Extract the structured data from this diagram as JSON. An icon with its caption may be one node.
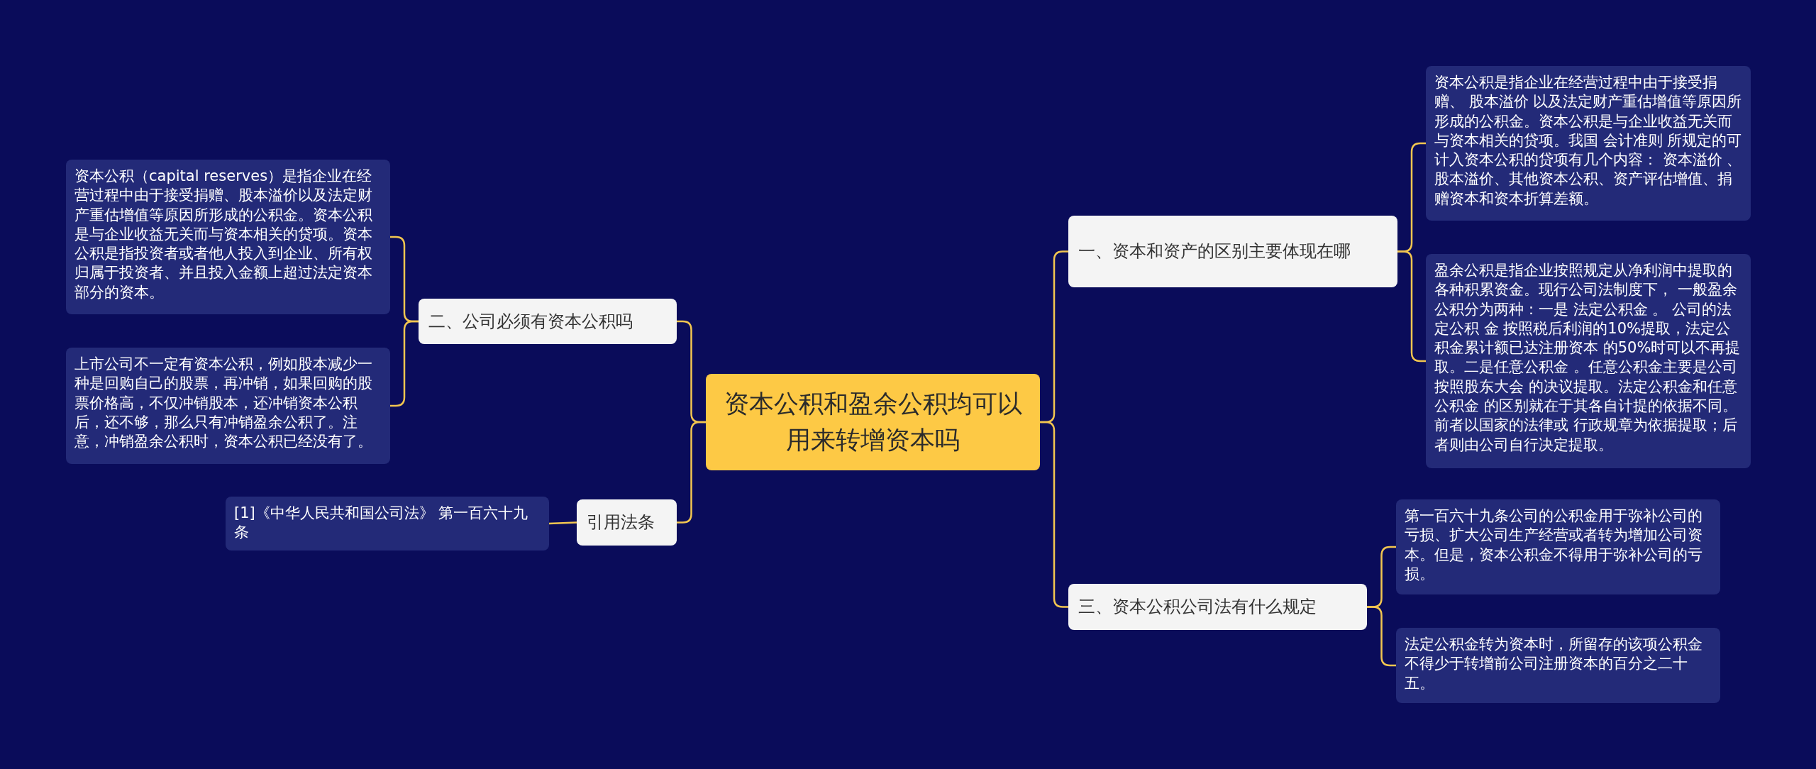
{
  "diagram": {
    "nodes": [
      {
        "text": [
          "资本公积和盈余公积均可以用来转增资本吗"
        ]
      },
      {
        "text": [
          "一、资本和资产的区别主要体现在哪"
        ]
      },
      {
        "text": [
          "资本公积是指企业在经营过程中由于接受捐赠、 股本溢价 以及法定财产重估增值等原因所形成的公积金。资本公积是与企业收益无关而与资本相关的贷项。我国 会计准则 所规定的可计入资本公积的贷项有几个内容： 资本溢价 、股本溢价、其他资本公积、资产评估增值、捐赠资本和资本折算差额。"
        ]
      },
      {
        "text": [
          "盈余公积是指企业按照规定从净利润中提取的各种积累资金。现行公司法制度下， 一般盈余公积分为两种：一是 法定公积金 。 公司的法定公积 金 按照税后利润的10%提取，法定公积金累计额已达注册资本 的50%时可以不再提取。二是任意公积金 。任意公积金主要是公司按照股东大会 的决议提取。法定公积金和任意公积金 的区别就在于其各自计提的依据不同。前者以国家的法律或 行政规章为依据提取；后者则由公司自行决定提取。"
        ]
      },
      {
        "text": [
          "三、资本公积公司法有什么规定"
        ]
      },
      {
        "text": [
          "第一百六十九条公司的公积金用于弥补公司的亏损、扩大公司生产经营或者转为增加公司资本。但是，资本公积金不得用于弥补公司的亏损。"
        ]
      },
      {
        "text": [
          "法定公积金转为资本时，所留存的该项公积金不得少于转增前公司注册资本的百分之二十五。"
        ]
      },
      {
        "text": [
          "二、公司必须有资本公积吗"
        ]
      },
      {
        "text": [
          "资本公积（capital reserves）是指企业在经营过程中由于接受捐赠、股本溢价以及法定财产重估增值等原因所形成的公积金。资本公积是与企业收益无关而与资本相关的贷项。资本公积是指投资者或者他人投入到企业、所有权归属于投资者、并且投入金额上超过法定资本部分的资本。"
        ]
      },
      {
        "text": [
          "上市公司不一定有资本公积，例如股本减少一种是回购自己的股票，再冲销，如果回购的股票价格高，不仅冲销股本，还冲销资本公积后，还不够，那么只有冲销盈余公积了。注意，冲销盈余公积时，资本公积已经没有了。"
        ]
      },
      {
        "text": [
          "引用法条"
        ]
      },
      {
        "text": [
          "[1]《中华人民共和国公司法》 第一百六十九条"
        ]
      }
    ],
    "edges": [
      {
        "from": 0,
        "to": 1,
        "arrow": "none"
      },
      {
        "from": 1,
        "to": 2,
        "arrow": "none"
      },
      {
        "from": 1,
        "to": 3,
        "arrow": "none"
      },
      {
        "from": 0,
        "to": 4,
        "arrow": "none"
      },
      {
        "from": 4,
        "to": 5,
        "arrow": "none"
      },
      {
        "from": 4,
        "to": 6,
        "arrow": "none"
      },
      {
        "from": 0,
        "to": 7,
        "arrow": "none"
      },
      {
        "from": 7,
        "to": 8,
        "arrow": "none"
      },
      {
        "from": 7,
        "to": 9,
        "arrow": "none"
      },
      {
        "from": 0,
        "to": 10,
        "arrow": "none"
      },
      {
        "from": 10,
        "to": 11,
        "arrow": "none"
      }
    ]
  }
}
